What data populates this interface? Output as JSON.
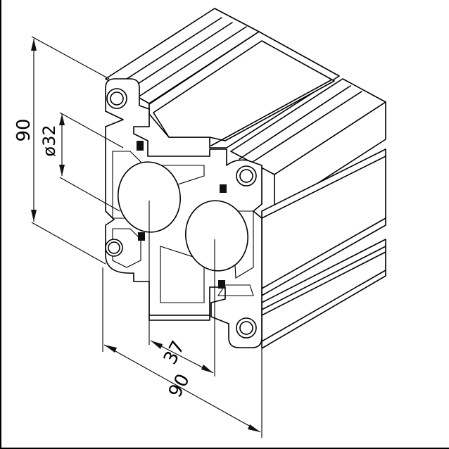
{
  "dimensions": {
    "height": "90",
    "width": "90",
    "bore_diameter": "ø32",
    "bore_spacing": "37"
  }
}
